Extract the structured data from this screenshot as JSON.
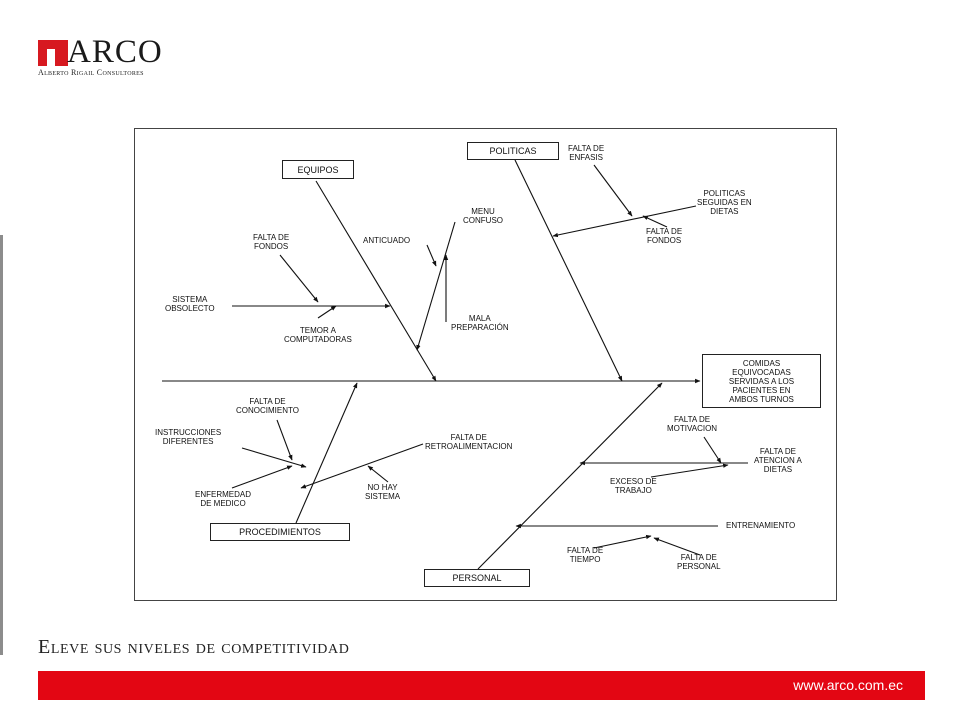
{
  "brand": {
    "name": "ARCO",
    "subtitle": "Alberto Rigail Consultores"
  },
  "slogan": "Eleve sus niveles de competitividad",
  "website": "www.arco.com.ec",
  "diagram": {
    "effect": "COMIDAS\nEQUIVOCADAS\nSERVIDAS A LOS\nPACIENTES EN\nAMBOS TURNOS",
    "categories": {
      "equipos": "EQUIPOS",
      "politicas": "POLITICAS",
      "procedimientos": "PROCEDIMIENTOS",
      "personal": "PERSONAL"
    },
    "causes": {
      "falta_fondos_equipos": "FALTA DE\nFONDOS",
      "anticuado": "ANTICUADO",
      "menu_confuso": "MENU\nCONFUSO",
      "sistema_obsolecto": "SISTEMA\nOBSOLECTO",
      "temor_computadoras": "TEMOR A\nCOMPUTADORAS",
      "mala_preparacion": "MALA\nPREPARACIÓN",
      "falta_enfasis": "FALTA DE\nENFASIS",
      "politicas_seguidas": "POLITICAS\nSEGUIDAS EN\nDIETAS",
      "falta_fondos_politicas": "FALTA DE\nFONDOS",
      "falta_conocimiento": "FALTA DE\nCONOCIMIENTO",
      "instrucciones_diferentes": "INSTRUCCIONES\nDIFERENTES",
      "enfermedad_medico": "ENFERMEDAD\nDE MEDICO",
      "falta_retroalimentacion": "FALTA DE\nRETROALIMENTACION",
      "no_hay_sistema": "NO HAY\nSISTEMA",
      "falta_motivacion": "FALTA DE\nMOTIVACION",
      "falta_atencion": "FALTA DE\nATENCION A\nDIETAS",
      "exceso_trabajo": "EXCESO DE\nTRABAJO",
      "entrenamiento": "ENTRENAMIENTO",
      "falta_tiempo": "FALTA DE\nTIEMPO",
      "falta_personal": "FALTA DE\nPERSONAL"
    }
  },
  "colors": {
    "accent": "#e30613",
    "logo_red": "#d71920",
    "text": "#222222"
  }
}
